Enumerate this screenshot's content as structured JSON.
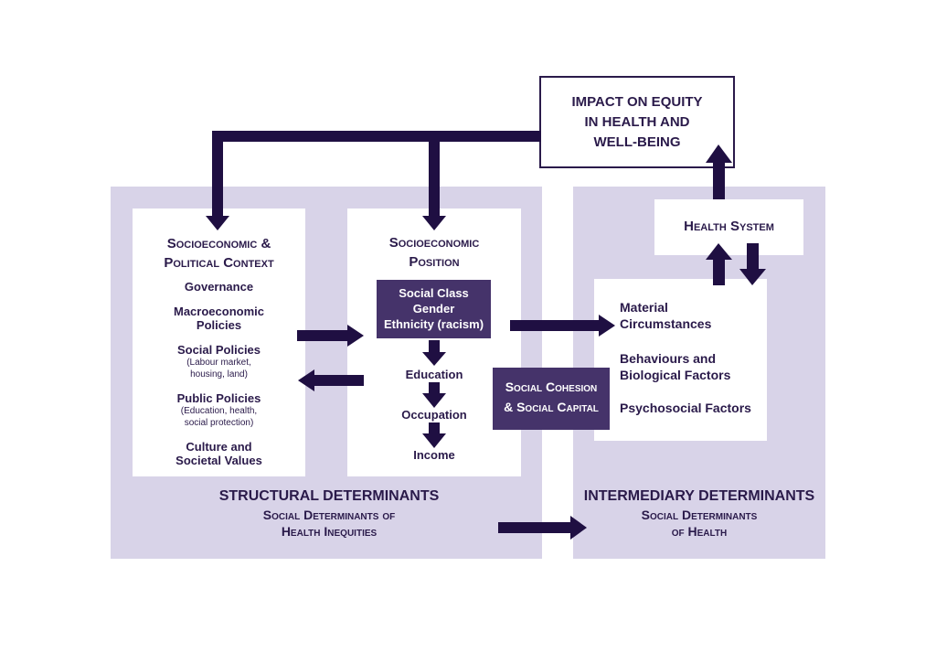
{
  "impact": {
    "lines": [
      "IMPACT ON EQUITY",
      "IN HEALTH AND",
      "WELL-BEING"
    ]
  },
  "structural": {
    "title": "STRUCTURAL DETERMINANTS",
    "subtitle_lines": [
      "Social Determinants of",
      "Health Inequities"
    ]
  },
  "intermediary": {
    "title": "INTERMEDIARY DETERMINANTS",
    "subtitle_lines": [
      "Social Determinants",
      "of Health"
    ]
  },
  "context": {
    "title_lines": [
      "Socioeconomic &",
      "Political Context"
    ],
    "items": [
      {
        "label": "Governance",
        "detail": []
      },
      {
        "label": "Macroeconomic Policies",
        "detail": []
      },
      {
        "label": "Social Policies",
        "detail": [
          "(Labour market,",
          "housing, land)"
        ]
      },
      {
        "label": "Public Policies",
        "detail": [
          "(Education, health,",
          "social protection)"
        ]
      },
      {
        "label": "Culture and Societal Values",
        "detail": []
      }
    ]
  },
  "position": {
    "title_lines": [
      "Socioeconomic",
      "Position"
    ],
    "class_box": [
      "Social Class",
      "Gender",
      "Ethnicity (racism)"
    ],
    "steps": [
      "Education",
      "Occupation",
      "Income"
    ]
  },
  "cohesion": {
    "lines": [
      "Social Cohesion",
      "& Social Capital"
    ]
  },
  "health_system": {
    "label": "Health System"
  },
  "intermediary_factors": {
    "items": [
      "Material Circumstances",
      "Behaviours and Biological Factors",
      "Psychosocial Factors"
    ]
  },
  "colors": {
    "arrow": "#1f0f42",
    "panel": "#d8d3e8",
    "dark_box": "#45336a",
    "text": "#2a1a4a"
  }
}
